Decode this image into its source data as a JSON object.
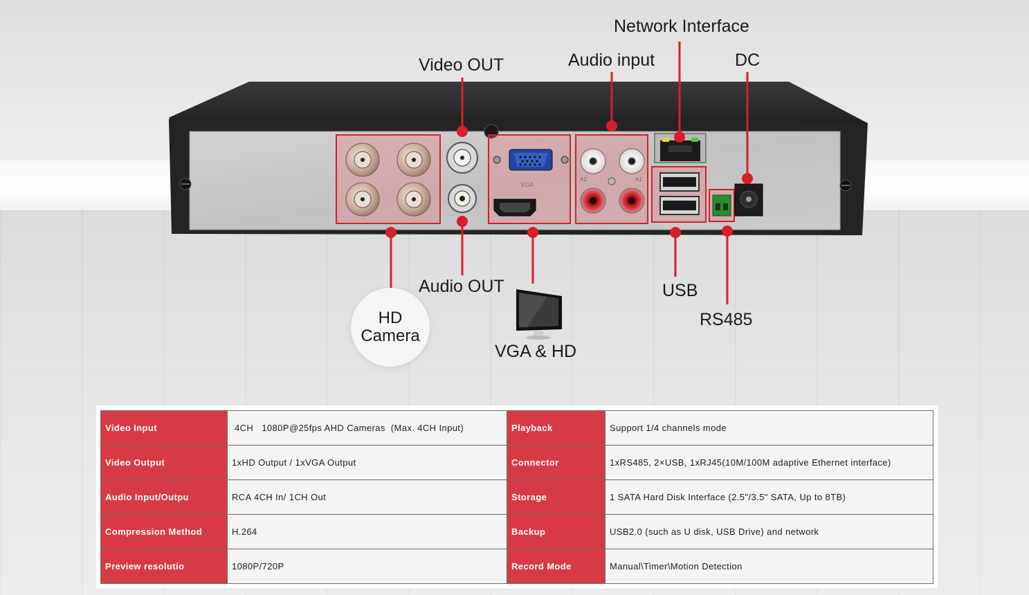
{
  "diagram": {
    "labels": {
      "video_out": "Video OUT",
      "audio_input": "Audio input",
      "network_interface": "Network Interface",
      "dc": "DC",
      "audio_out": "Audio OUT",
      "usb": "USB",
      "rs485": "RS485",
      "vga_hd": "VGA & HD",
      "hd_camera_line1": "HD",
      "hd_camera_line2": "Camera"
    },
    "panel_markings": {
      "vga": "VGA",
      "a1": "A1",
      "a2": "A2"
    }
  },
  "colors": {
    "accent": "#d83a45",
    "callout_line": "#d81e2b",
    "chassis": "#2a2a2a",
    "panel": "#c7c7c7"
  },
  "spec_table": {
    "rows": [
      {
        "left_key": "Video Input",
        "left_val": " 4CH   1080P@25fps AHD Cameras  (Max. 4CH Input)",
        "right_key": "Playback",
        "right_val": "Support 1/4 channels mode"
      },
      {
        "left_key": "Video Output",
        "left_val": "1xHD Output / 1xVGA Output",
        "right_key": "Connector",
        "right_val": "1xRS485, 2×USB, 1xRJ45(10M/100M adaptive Ethernet interface)"
      },
      {
        "left_key": "Audio Input/Outpu",
        "left_val": "RCA 4CH In/ 1CH Out",
        "right_key": "Storage",
        "right_val": "1 SATA Hard Disk Interface (2.5\"/3.5\" SATA, Up to 8TB)"
      },
      {
        "left_key": "Compression Method",
        "left_val": "H.264",
        "right_key": "Backup",
        "right_val": "USB2.0 (such as U disk, USB Drive) and network"
      },
      {
        "left_key": "Preview resolutio",
        "left_val": "1080P/720P",
        "right_key": "Record Mode",
        "right_val": "Manual\\Timer\\Motion Detection"
      }
    ]
  }
}
